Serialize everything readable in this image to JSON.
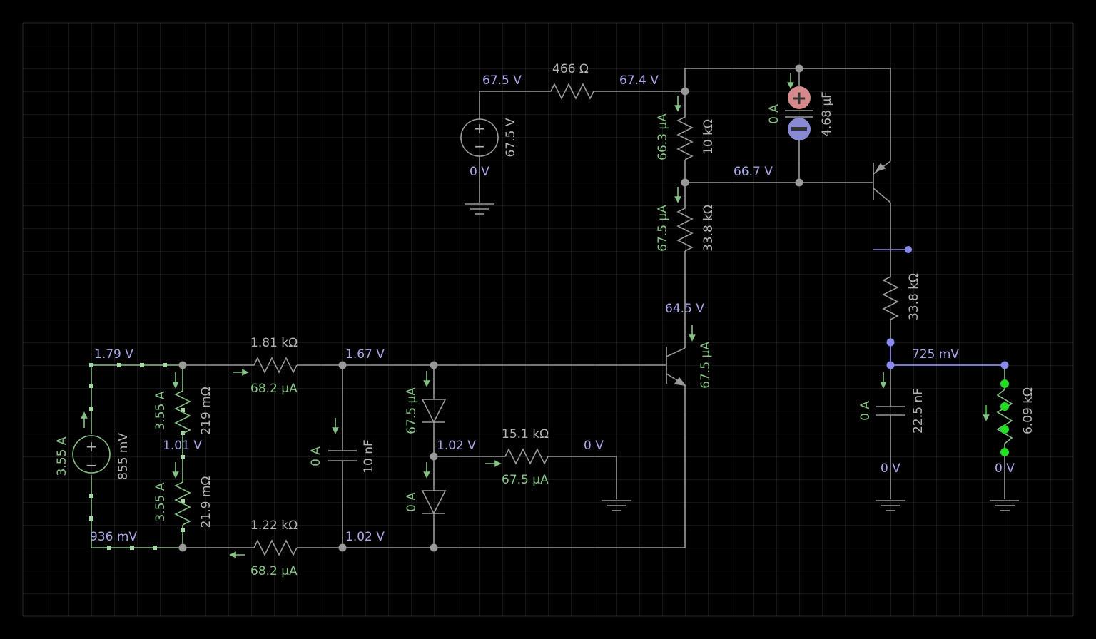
{
  "colors": {
    "background": "#000000",
    "grid": "#2a2a2a",
    "wire": "#9a9a9a",
    "voltage_label": "#a9a9e8",
    "current_label": "#86c286",
    "active_wire": "#86c286",
    "selected_net": "#8a8aee",
    "cap_plus": "#d48a8a",
    "cap_minus": "#8a8ad4",
    "bright_green": "#22dd22"
  },
  "voltages": {
    "src_top": "67.5 V",
    "r466_right": "67.4 V",
    "src_gnd": "0 V",
    "node_667": "66.7 V",
    "emitter_q1": "64.5 V",
    "n179": "1.79 V",
    "n167": "1.67 V",
    "n101": "1.01 V",
    "n102a": "1.02 V",
    "n0a": "0 V",
    "n936": "936 mV",
    "n102b": "1.02 V",
    "n725": "725 mV",
    "n0b": "0 V",
    "n0c": "0 V"
  },
  "components": {
    "r466": "466 Ω",
    "v1_value": "67.5 V",
    "r10k": "10 kΩ",
    "r10k_cur": "66.3 µA",
    "r338a": "33.8 kΩ",
    "r338a_cur": "67.5 µA",
    "c468": "4.68 µF",
    "c468_cur": "0 A",
    "q1_cur": "67.5 µA",
    "r181": "1.81 kΩ",
    "r181_cur": "68.2 µA",
    "r122": "1.22 kΩ",
    "r122_cur": "68.2 µA",
    "c10n": "10 nF",
    "c10n_cur": "0 A",
    "d1_cur": "67.5 µA",
    "d2_cur": "0 A",
    "r151": "15.1 kΩ",
    "r151_cur": "67.5 µA",
    "r219": "219 mΩ",
    "r219_cur": "3.55 A",
    "r219b": "21.9 mΩ",
    "r219b_cur": "3.55 A",
    "v2_value": "855 mV",
    "v2_cur": "3.55 A",
    "r338b": "33.8 kΩ",
    "c225": "22.5 nF",
    "c225_cur": "0 A",
    "r609": "6.09 kΩ"
  }
}
